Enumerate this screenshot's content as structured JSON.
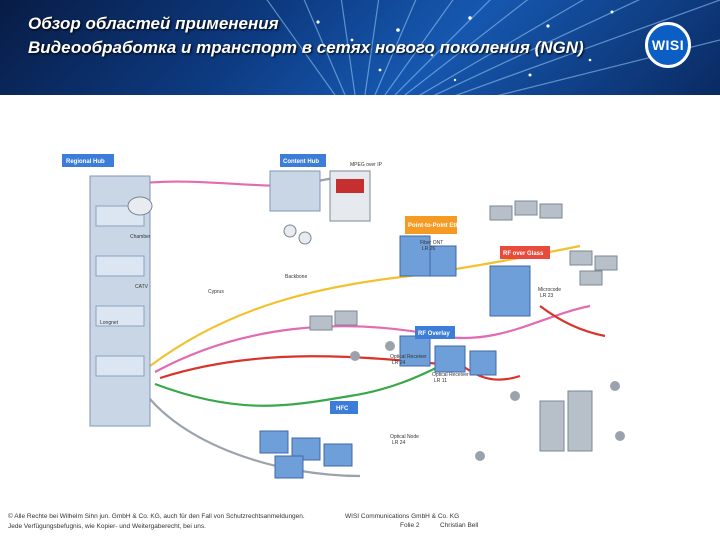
{
  "slide": {
    "title_line1": "Обзор областей применения",
    "title_line2": "Видеообработка и транспорт в сетях нового поколения (NGN)",
    "logo_text": "WISI"
  },
  "diagram": {
    "labels": {
      "regional_hub": "Regional Hub",
      "content_hub": "Content Hub",
      "mpeg_over_ip": "MPEG over IP",
      "chamber": "Chamber",
      "catv": "CATV",
      "cyprus": "Cyprus",
      "backbone": "Backbone",
      "fiber_ont": "Fiber ONT",
      "fiber_ont_code": "LR 26",
      "point_to_point": "Point-to-Point Ethernet",
      "rf_over_glass": "RF over Glass",
      "microcode": "Microcode",
      "microcode_code": "LR 23",
      "rf_overlay": "RF Overlay",
      "optical_receiver_1": "Optical Receiver",
      "optical_receiver_1_code": "LR 24",
      "optical_receiver_2": "Optical Receiver",
      "optical_receiver_2_code": "LR 11",
      "hfc": "HFC",
      "optical_node": "Optical Node",
      "optical_node_code": "LR 24",
      "longnet": "Longnet"
    },
    "colors": {
      "label_blue": "#3b7dd8",
      "label_orange": "#f59a23",
      "label_red": "#e84b3c",
      "link_yellow": "#f2c12e",
      "link_pink": "#e36bb0",
      "link_red": "#d9342b",
      "link_green": "#38a84a",
      "link_gray": "#9aa3ad",
      "building_blue": "#6f9fd8",
      "building_gray": "#b7c0c8"
    }
  },
  "footer": {
    "copyright_line1": "© Alle Rechte bei Wilhelm Sihn jun. GmbH & Co. KG, auch für den Fall von Schutzrechtsanmeldungen.",
    "copyright_line2": "Jede Verfügungsbefugnis, wie Kopier- und Weitergaberecht, bei uns.",
    "company": "WISI Communications GmbH & Co. KG",
    "slide_number": "Folie 2",
    "author": "Christian Bell"
  }
}
